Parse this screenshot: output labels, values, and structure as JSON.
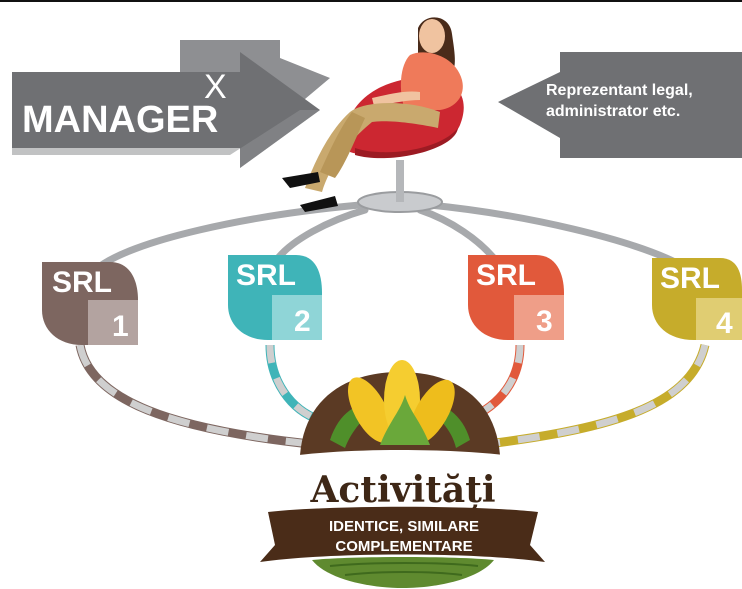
{
  "manager": {
    "label": "MANAGER",
    "x_label": "X"
  },
  "representative": {
    "line1": "Reprezentant legal,",
    "line2": "administrator etc."
  },
  "companies": [
    {
      "label": "SRL",
      "number": "1",
      "color": "#7d6660",
      "light": "#b3a3a0"
    },
    {
      "label": "SRL",
      "number": "2",
      "color": "#3fb4b8",
      "light": "#8fd5d7"
    },
    {
      "label": "SRL",
      "number": "3",
      "color": "#e1593b",
      "light": "#ef9e88"
    },
    {
      "label": "SRL",
      "number": "4",
      "color": "#c6ac2b",
      "light": "#e0cd72"
    }
  ],
  "activities": {
    "title": "Activități",
    "line1": "IDENTICE, SIMILARE",
    "line2": "COMPLEMENTARE"
  },
  "colors": {
    "arrow_gray": "#8e8f92",
    "arrow_dark": "#6f7073",
    "ring_gray": "#a7a9ac",
    "emblem_brown": "#5b3a24",
    "banner_brown": "#4a2c18",
    "text_dark": "#3e2716",
    "field_green": "#5f8a2f",
    "corn_yellow": "#f2c425",
    "leaf_green": "#4f8f2a",
    "chair_red": "#cc2731"
  }
}
